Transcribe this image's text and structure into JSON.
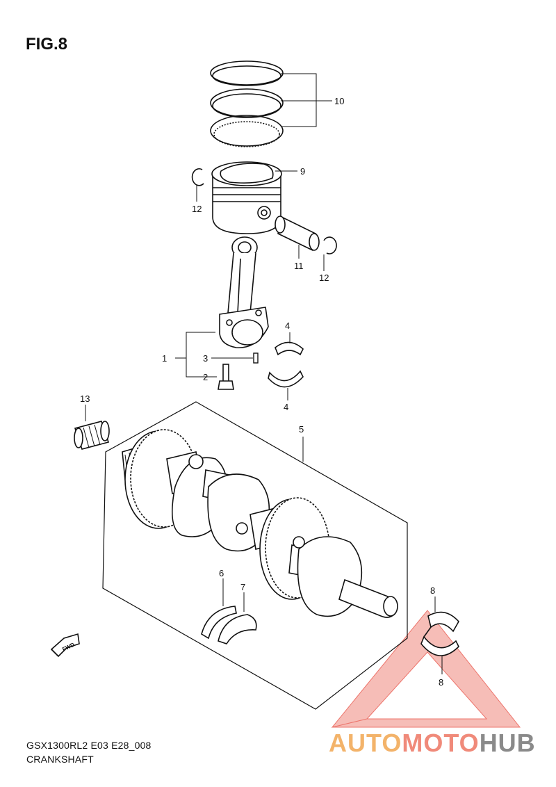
{
  "figure": {
    "title": "FIG.8"
  },
  "footer": {
    "model_code": "GSX1300RL2 E03 E28_008",
    "section_name": "CRANKSHAFT"
  },
  "callouts": {
    "c1": "1",
    "c2": "2",
    "c3": "3",
    "c4a": "4",
    "c4b": "4",
    "c5": "5",
    "c6": "6",
    "c7": "7",
    "c8a": "8",
    "c8b": "8",
    "c9": "9",
    "c10": "10",
    "c11": "11",
    "c12a": "12",
    "c12b": "12",
    "c13": "13"
  },
  "direction_tag": "FWD",
  "watermark": {
    "part1": "AUTO",
    "part2": "MOTO",
    "part3": "HUB",
    "color_part1": "#f3b36a",
    "color_part2": "#f08a7a",
    "color_part3": "#8a8a8a",
    "triangle_color": "#e8463a"
  },
  "icons": {
    "direction": "fwd-arrow-icon",
    "logo": "warning-triangle-icon"
  }
}
